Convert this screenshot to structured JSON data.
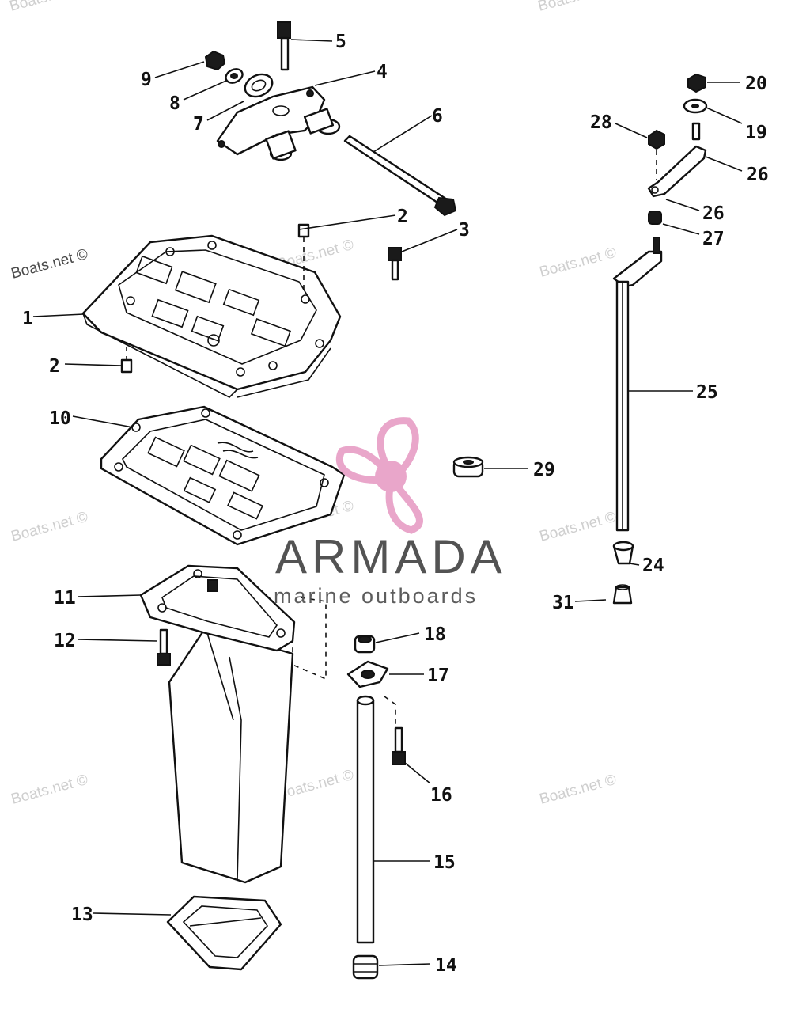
{
  "watermark": {
    "text": "Boats.net ©",
    "color": "#cfcfcf"
  },
  "logo": {
    "name": "ARMADA",
    "tagline": "marine outboards",
    "propeller_color": "#e8a2c8",
    "text_color": "#4a4a4a"
  },
  "parts": [
    {
      "id": "1",
      "number": "1"
    },
    {
      "id": "2a",
      "number": "2"
    },
    {
      "id": "2b",
      "number": "2"
    },
    {
      "id": "3",
      "number": "3"
    },
    {
      "id": "4",
      "number": "4"
    },
    {
      "id": "5",
      "number": "5"
    },
    {
      "id": "6",
      "number": "6"
    },
    {
      "id": "7",
      "number": "7"
    },
    {
      "id": "8",
      "number": "8"
    },
    {
      "id": "9",
      "number": "9"
    },
    {
      "id": "10",
      "number": "10"
    },
    {
      "id": "11",
      "number": "11"
    },
    {
      "id": "12",
      "number": "12"
    },
    {
      "id": "13",
      "number": "13"
    },
    {
      "id": "14",
      "number": "14"
    },
    {
      "id": "15",
      "number": "15"
    },
    {
      "id": "16",
      "number": "16"
    },
    {
      "id": "17",
      "number": "17"
    },
    {
      "id": "18",
      "number": "18"
    },
    {
      "id": "19",
      "number": "19"
    },
    {
      "id": "20",
      "number": "20"
    },
    {
      "id": "24",
      "number": "24"
    },
    {
      "id": "25",
      "number": "25"
    },
    {
      "id": "26a",
      "number": "26"
    },
    {
      "id": "26b",
      "number": "26"
    },
    {
      "id": "27",
      "number": "27"
    },
    {
      "id": "28",
      "number": "28"
    },
    {
      "id": "29",
      "number": "29"
    },
    {
      "id": "31",
      "number": "31"
    }
  ]
}
